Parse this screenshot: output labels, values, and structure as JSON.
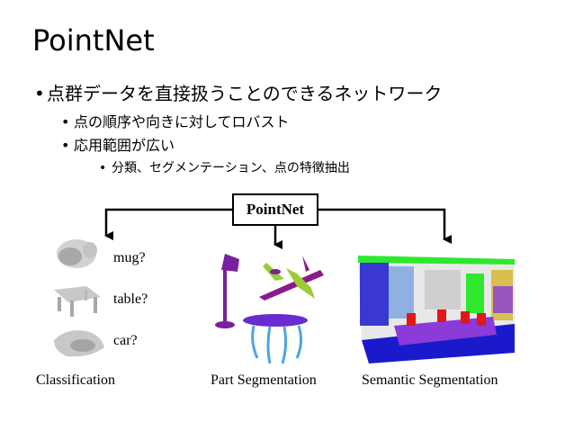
{
  "title": "PointNet",
  "bullets": {
    "l1": "点群データを直接扱うことのできるネットワーク",
    "l2a": "点の順序や向きに対してロバスト",
    "l2b": "応用範囲が広い",
    "l3": "分類、セグメンテーション、点の特徴抽出",
    "bullet_char": "•"
  },
  "diagram": {
    "box_label": "PointNet",
    "classification": "Classification",
    "part_segmentation": "Part Segmentation",
    "semantic_segmentation": "Semantic Segmentation",
    "questions": [
      "mug?",
      "table?",
      "car?"
    ]
  },
  "colors": {
    "lamp": "#7a1fa0",
    "plane_body": "#8a1a8a",
    "plane_wing": "#9acd32",
    "table_top": "#6a2bd0",
    "table_legs": "#4fa3e0",
    "room_blue": "#1a1acc",
    "room_green": "#2ee82e",
    "room_red": "#e01818",
    "room_purple": "#8a3bd8",
    "gray_points": "#b0b0b0"
  }
}
